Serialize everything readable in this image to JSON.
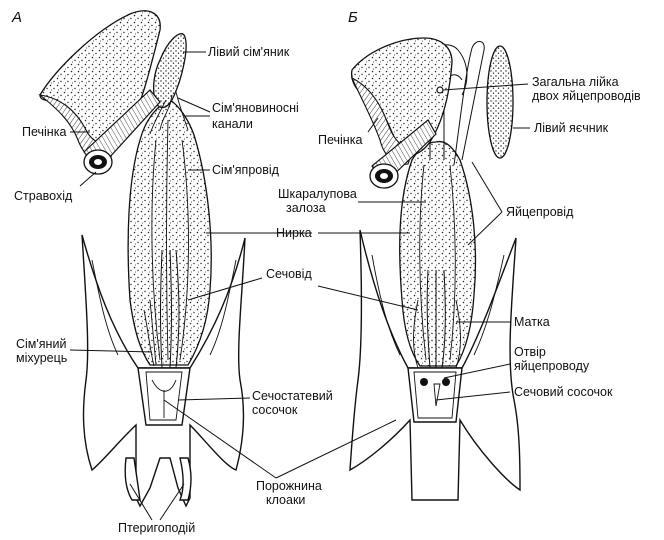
{
  "panels": {
    "a": "А",
    "b": "Б"
  },
  "left": {
    "left_testis": "Лівий сім'яник",
    "efferent_ducts_1": "Сім'яновиносні",
    "efferent_ducts_2": "канали",
    "liver": "Печінка",
    "esophagus": "Стравохід",
    "sperm_duct": "Сім'япровід",
    "kidney": "Нирка",
    "ureter": "Сечовід",
    "seminal_vesicle_1": "Сім'яний",
    "seminal_vesicle_2": "міхурець",
    "urogenital_papilla_1": "Сечостатевий",
    "urogenital_papilla_2": "сосочок",
    "cloaca_1": "Порожнина",
    "cloaca_2": "клоаки",
    "pterygopodium": "Птеригоподій"
  },
  "right": {
    "common_funnel_1": "Загальна лійка",
    "common_funnel_2": "двох яйцепроводів",
    "liver": "Печінка",
    "left_ovary": "Лівий яєчник",
    "shell_gland_1": "Шкаралупова",
    "shell_gland_2": "залоза",
    "oviduct": "Яйцепровід",
    "uterus": "Матка",
    "oviduct_opening_1": "Отвір",
    "oviduct_opening_2": "яйцепроводу",
    "urinary_papilla": "Сечовий сосочок"
  },
  "colors": {
    "ink": "#111111",
    "background": "#ffffff"
  }
}
